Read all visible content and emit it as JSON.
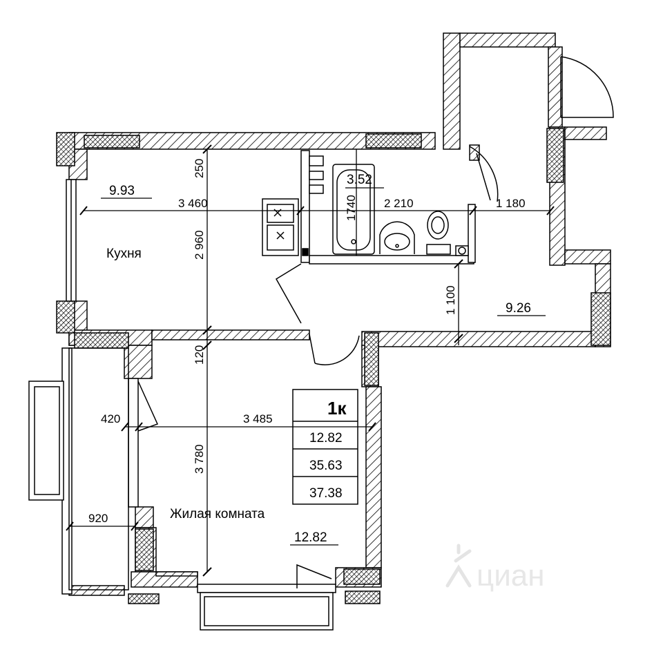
{
  "rooms": {
    "kitchen": {
      "name": "Кухня",
      "area": "9.93"
    },
    "living": {
      "name": "Жилая комната",
      "area": "12.82"
    },
    "bathroom": {
      "area": "3.52"
    },
    "hall": {
      "area": "9.26"
    }
  },
  "dimensions": {
    "kitchen_width": "3 460",
    "kitchen_depth": "2 960",
    "top_offset": "250",
    "bath_width": "2 210",
    "bath_depth": "1740",
    "hall_width": "1 180",
    "hall_depth": "1 100",
    "wall_gap": "120",
    "living_width": "3 485",
    "living_depth": "3 780",
    "loggia_depth": "420",
    "loggia_width": "920"
  },
  "summary": {
    "type": "1к",
    "living_area": "12.82",
    "living_total": "35.63",
    "total_area": "37.38"
  },
  "watermark": "циан",
  "colors": {
    "line": "#000000",
    "hatch": "#000000",
    "background": "#ffffff",
    "watermark": "#e7e7e7"
  }
}
